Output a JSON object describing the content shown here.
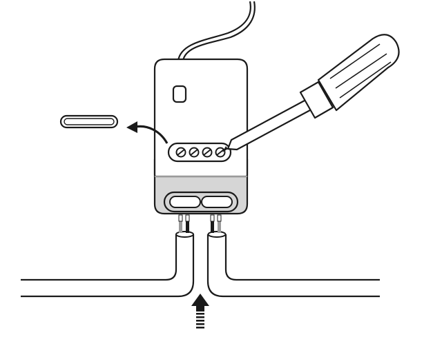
{
  "figure": {
    "kind": "installation-illustration",
    "palette": {
      "line": "#1a1a1a",
      "background": "#ffffff",
      "device_face": "#ffffff",
      "device_band": "#d6d6d6",
      "wire_light": "#9a9a9a",
      "wire_dark": "#1a1a1a"
    }
  },
  "elements": {
    "cable_count": 2,
    "terminal_screw_count": 4,
    "cable_entry_count": 2,
    "arrows": [
      "removal-arrow",
      "insertion-arrow"
    ]
  }
}
